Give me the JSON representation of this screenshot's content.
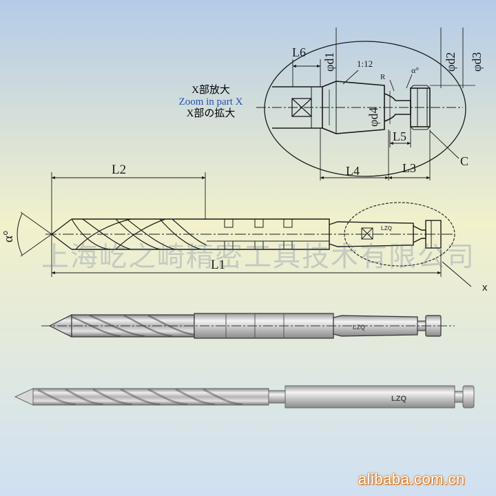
{
  "colors": {
    "background_top": "#b4cbe8",
    "background_mid": "#f2f1cc",
    "background_bottom": "#cfe0f2",
    "line": "#1a1a1a",
    "zoom_accent": "#1e4fb0",
    "watermark": "#5a6e96",
    "brand": "#e07000"
  },
  "zoom_note": {
    "line1": "X部放大",
    "line2": "Zoom in part X",
    "line3": "X部の拡大"
  },
  "detail_labels": {
    "L6": "L6",
    "d1": "φd1",
    "d2": "φd2",
    "d3": "φd3",
    "d4": "φd4",
    "taper": "1:12",
    "R": "R",
    "alpha": "α°",
    "L4": "L4",
    "L3": "L3",
    "L5": "L5",
    "C": "C"
  },
  "main_labels": {
    "L2": "L2",
    "L1": "L1",
    "alpha": "α°",
    "x": "x"
  },
  "shank_logo": "LZQ",
  "watermark": "上海屹之崎精密工具技术有限公司",
  "site": "alibaba.com.cn"
}
